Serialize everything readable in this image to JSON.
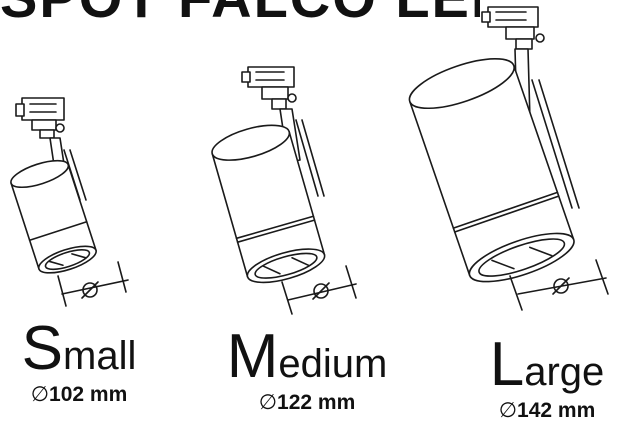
{
  "header": {
    "title": "SPOT FALCO LED"
  },
  "diameter_symbol": "∅",
  "sizes": [
    {
      "initial": "S",
      "rest": "mall",
      "diameter": "102 mm"
    },
    {
      "initial": "M",
      "rest": "edium",
      "diameter": "122 mm"
    },
    {
      "initial": "L",
      "rest": "arge",
      "diameter": "142 mm"
    }
  ],
  "colors": {
    "line": "#1a1a1a",
    "background": "#ffffff"
  }
}
